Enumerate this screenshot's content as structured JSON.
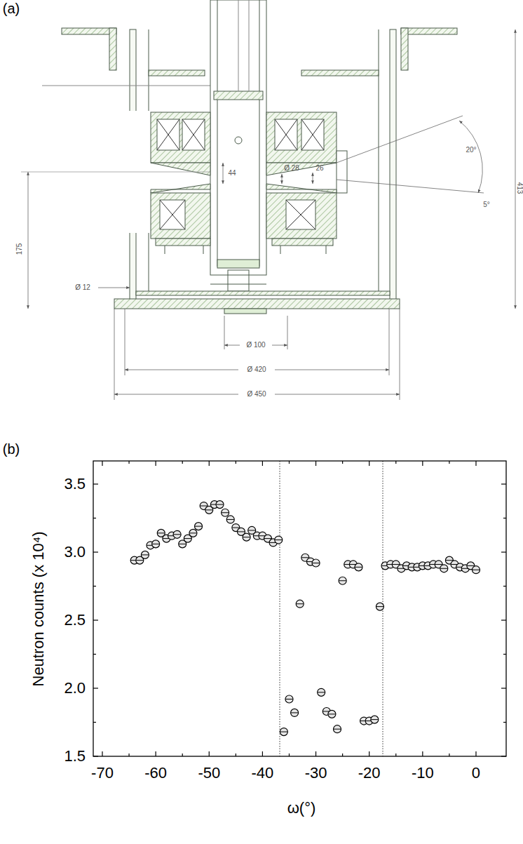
{
  "diagram": {
    "labels": [
      "(a)",
      "20°",
      "Ø 28",
      "26",
      "44",
      "5°",
      "413",
      "175",
      "Ø 12",
      "Ø 100",
      "Ø 420",
      "Ø 450",
      "(b)",
      "3.5",
      "3.0",
      "2.5",
      "2.0",
      "1.5",
      "-70",
      "-60",
      "-50",
      "-40",
      "-30",
      "-20",
      "-10",
      "0",
      "Neutron counts (x 10⁴)",
      "ω(°)"
    ]
  }
}
